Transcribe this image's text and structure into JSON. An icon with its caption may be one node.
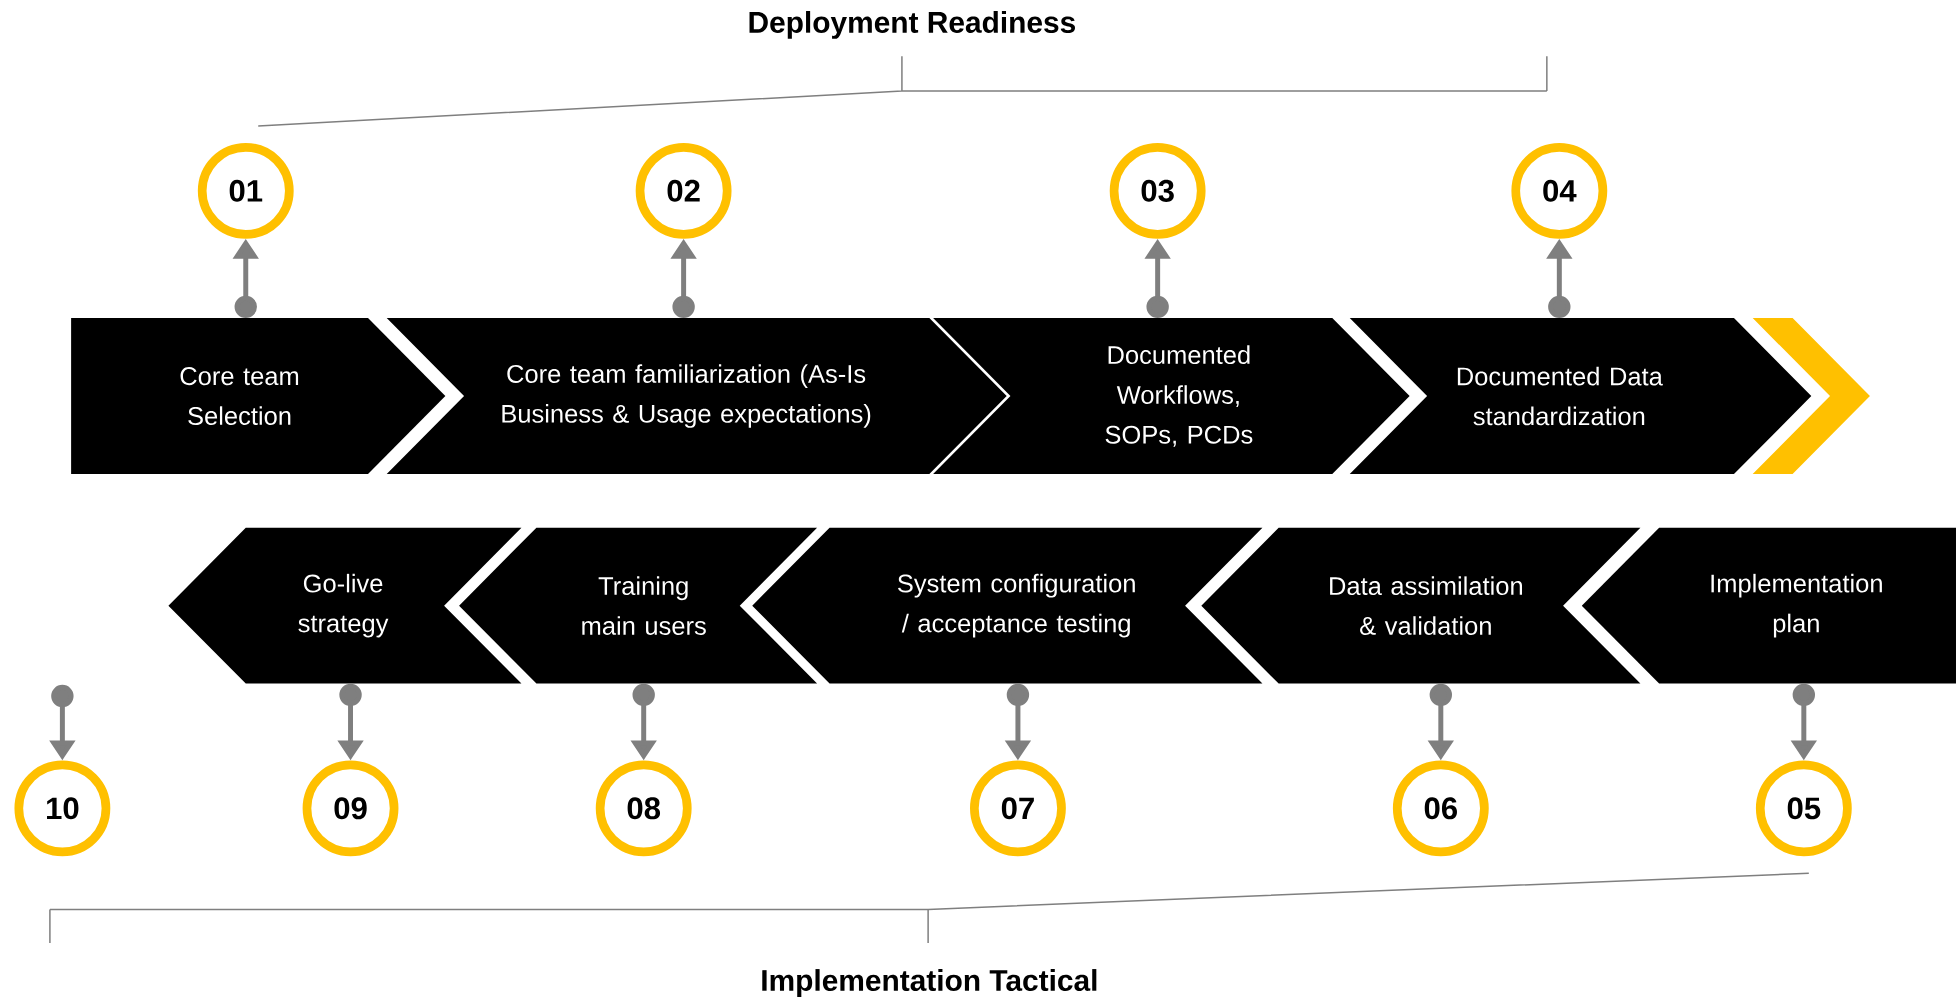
{
  "diagram": {
    "nodes": [
      {
        "text": [
          "01"
        ]
      },
      {
        "text": [
          "02"
        ]
      },
      {
        "text": [
          "03"
        ]
      },
      {
        "text": [
          "04"
        ]
      },
      {
        "text": [
          "Core team Selection"
        ]
      },
      {
        "text": [
          "Core team familiarization (As-Is Business & Usage expectations)"
        ]
      },
      {
        "text": [
          "Documented Workflows, SOPs, PCDs"
        ]
      },
      {
        "text": [
          "Documented Data standardization"
        ]
      },
      {
        "text": [],
        "shape": "chevron"
      },
      {
        "text": [
          "Go-live strategy"
        ]
      },
      {
        "text": [
          "Training main users"
        ]
      },
      {
        "text": [
          "System configuration / acceptance testing"
        ]
      },
      {
        "text": [
          "Data assimilation & validation"
        ]
      },
      {
        "text": [
          "Implementation plan"
        ]
      },
      {
        "text": [
          "10"
        ]
      },
      {
        "text": [
          "09"
        ]
      },
      {
        "text": [
          "08"
        ]
      },
      {
        "text": [
          "07"
        ]
      },
      {
        "text": [
          "06"
        ]
      },
      {
        "text": [
          "05"
        ]
      }
    ],
    "edges": [
      {
        "from": 4,
        "to": 0,
        "arrow": "to"
      },
      {
        "from": 5,
        "to": 1,
        "arrow": "to"
      },
      {
        "from": 6,
        "to": 2,
        "arrow": "to"
      },
      {
        "from": 7,
        "to": 3,
        "arrow": "to"
      },
      {
        "from": null,
        "to": 14,
        "arrow": "to"
      },
      {
        "from": 9,
        "to": 15,
        "arrow": "to"
      },
      {
        "from": 10,
        "to": 16,
        "arrow": "to"
      },
      {
        "from": 11,
        "to": 17,
        "arrow": "to"
      },
      {
        "from": 12,
        "to": 18,
        "arrow": "to"
      },
      {
        "from": 13,
        "to": 19,
        "arrow": "to"
      }
    ],
    "labels": [
      "Deployment Readiness",
      "Implementation Tactical"
    ]
  }
}
